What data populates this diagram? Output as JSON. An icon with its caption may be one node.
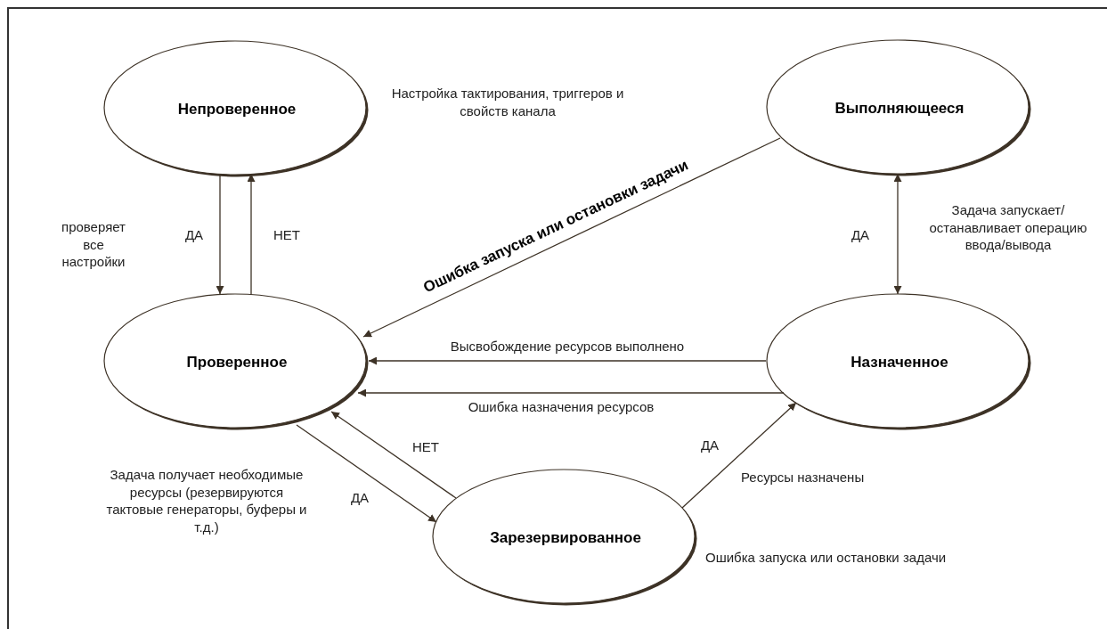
{
  "diagram": {
    "nodes": [
      {
        "text": [
          "Непроверенное"
        ]
      },
      {
        "text": [
          "Выполняющееся"
        ]
      },
      {
        "text": [
          "Проверенное"
        ]
      },
      {
        "text": [
          "Назначенное"
        ]
      },
      {
        "text": [
          "Зарезервированное"
        ]
      }
    ],
    "edges": [
      {
        "from": 0,
        "to": 2,
        "arrow": "to",
        "label": "ДА"
      },
      {
        "from": 2,
        "to": 0,
        "arrow": "to",
        "label": "НЕТ"
      },
      {
        "from": 1,
        "to": 2,
        "arrow": "to",
        "label": "Ошибка запуска или остановки задачи"
      },
      {
        "from": 3,
        "to": 2,
        "arrow": "to",
        "label": "Высвобождение ресурсов выполнено"
      },
      {
        "from": 3,
        "to": 2,
        "arrow": "to",
        "label": "Ошибка назначения ресурсов"
      },
      {
        "from": 2,
        "to": 4,
        "arrow": "to",
        "label": "ДА"
      },
      {
        "from": 4,
        "to": 2,
        "arrow": "to",
        "label": "НЕТ"
      },
      {
        "from": 4,
        "to": 3,
        "arrow": "to",
        "label": "ДА"
      },
      {
        "from": 1,
        "to": 3,
        "arrow": "both",
        "label": "ДА"
      }
    ],
    "labels": [
      "Настройка тактирования, триггеров и свойств канала",
      "проверяет все настройки",
      "Задача запускает/останавливает операцию ввода/вывода",
      "Ресурсы назначены",
      "Задача получает необходимые ресурсы (резервируются тактовые генераторы, буферы и т.д.)",
      "Ошибка запуска или остановки задачи"
    ]
  }
}
